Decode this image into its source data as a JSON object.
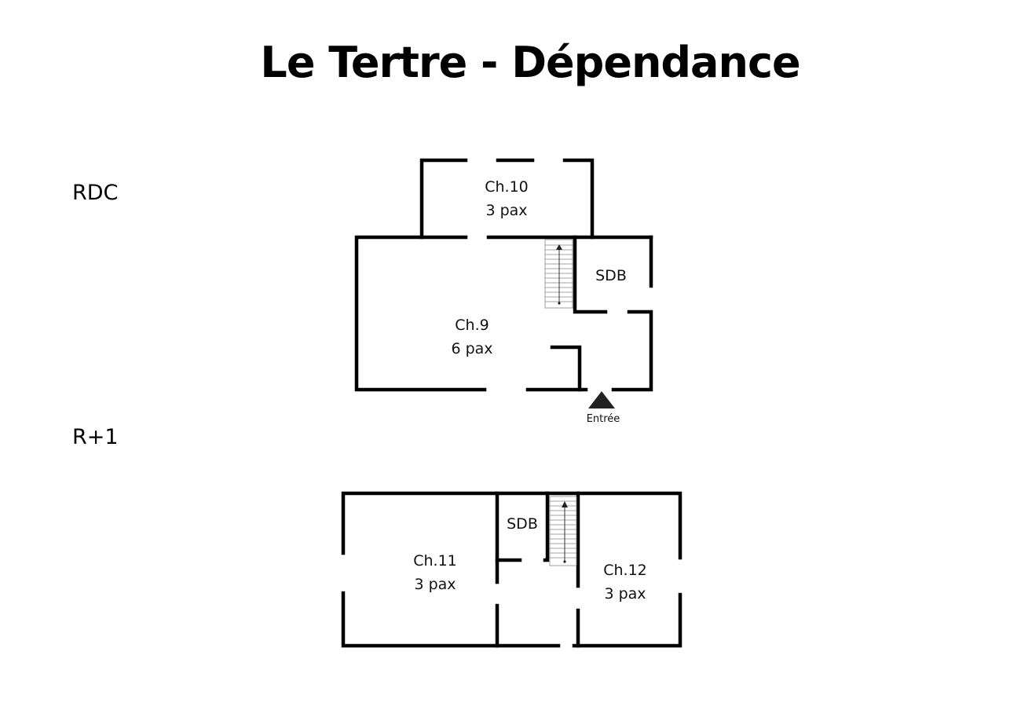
{
  "title": "Le Tertre - Dépendance",
  "floors": [
    {
      "label": "RDC",
      "rooms": [
        {
          "name": "Ch.10",
          "capacity": "3 pax"
        },
        {
          "name": "Ch.9",
          "capacity": "6 pax"
        },
        {
          "name": "SDB"
        }
      ],
      "entrance_label": "Entrée",
      "has_staircase": true
    },
    {
      "label": "R+1",
      "rooms": [
        {
          "name": "Ch.11",
          "capacity": "3 pax"
        },
        {
          "name": "SDB"
        },
        {
          "name": "Ch.12",
          "capacity": "3 pax"
        }
      ],
      "has_staircase": true
    }
  ],
  "colors": {
    "walls": "#000000",
    "background": "#ffffff",
    "stair_lines": "#888888"
  }
}
